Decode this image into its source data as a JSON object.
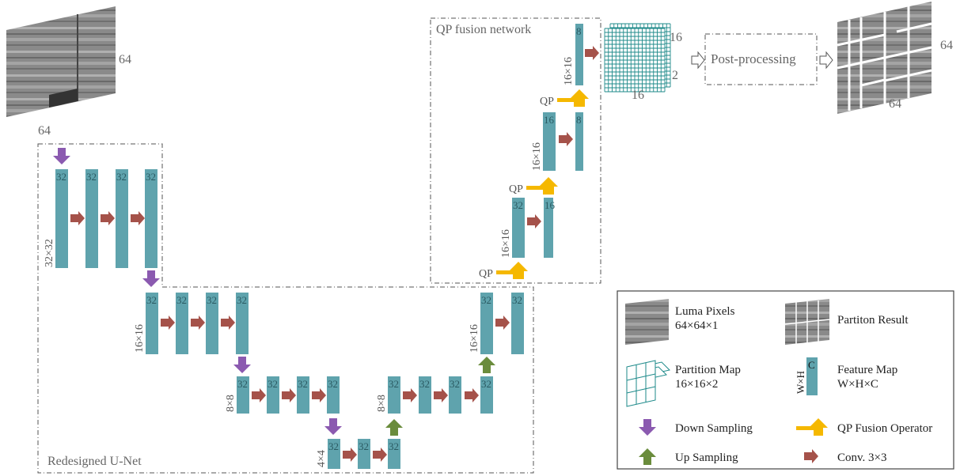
{
  "input": {
    "width_label": "64",
    "height_label": "64"
  },
  "output": {
    "width_label": "64",
    "height_label": "64"
  },
  "partition_map": {
    "dim_a": "16",
    "dim_b": "2",
    "dim_c": "16"
  },
  "post_processing": {
    "label": "Post-processing"
  },
  "unet": {
    "title": "Redesigned U-Net",
    "level1": {
      "size": "32×32",
      "channels": [
        "32",
        "32",
        "32",
        "32"
      ]
    },
    "level2": {
      "size": "16×16",
      "channels": [
        "32",
        "32",
        "32",
        "32"
      ]
    },
    "level3": {
      "size": "8×8",
      "channels": [
        "32",
        "32",
        "32",
        "32"
      ]
    },
    "level4": {
      "size": "4×4",
      "channels": [
        "32",
        "32",
        "32"
      ]
    },
    "up3": {
      "size": "8×8",
      "channels": [
        "32",
        "32",
        "32",
        "32"
      ]
    },
    "up2": {
      "size": "16×16",
      "channels": [
        "32",
        "32"
      ]
    }
  },
  "qp_net": {
    "title": "QP fusion network",
    "qp_label": "QP",
    "stage1": {
      "size": "16×16",
      "channels": [
        "32",
        "16"
      ]
    },
    "stage2": {
      "size": "16×16",
      "channels": [
        "16",
        "8"
      ]
    },
    "stage3": {
      "size": "16×16",
      "channels": [
        "8"
      ]
    }
  },
  "legend": {
    "luma": {
      "line1": "Luma Pixels",
      "line2": "64×64×1"
    },
    "partition_result": "Partiton Result",
    "partition_map": {
      "line1": "Partition Map",
      "line2": "16×16×2"
    },
    "feature_map": {
      "line1": "Feature Map",
      "line2": "W×H×C",
      "icon_c": "C",
      "icon_wh": "W×H"
    },
    "down_sampling": "Down Sampling",
    "qp_fusion": "QP Fusion Operator",
    "up_sampling": "Up Sampling",
    "conv": "Conv. 3×3"
  },
  "colors": {
    "feature_map": "#5fa3ad",
    "conv_arrow": "#a5524a",
    "down_arrow": "#8b5ab0",
    "up_arrow": "#6a8c3c",
    "qp_arrow": "#f5b800",
    "grid": "#1e8a8a"
  }
}
